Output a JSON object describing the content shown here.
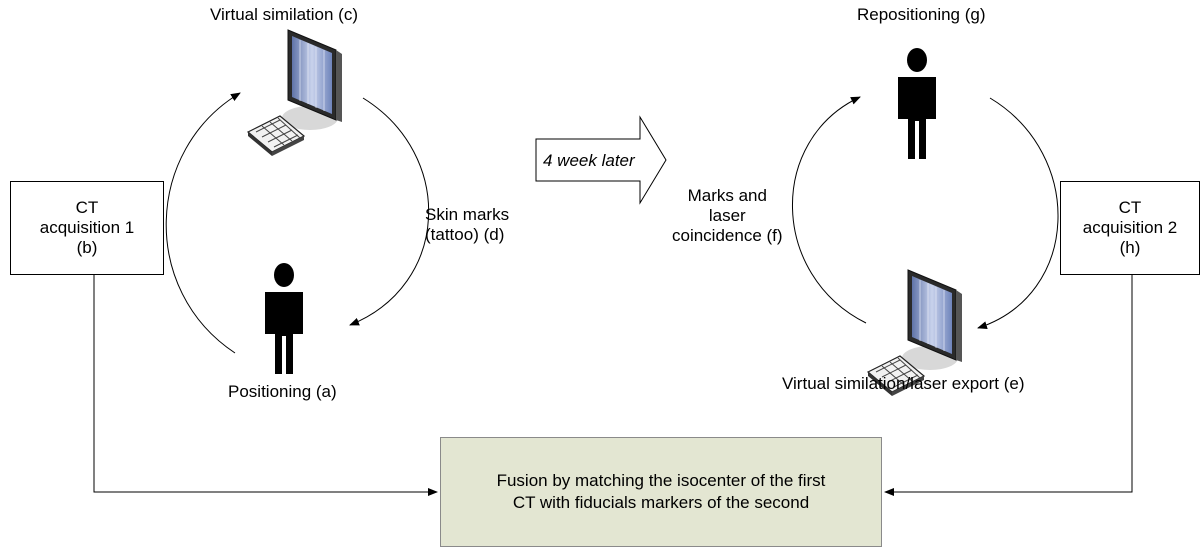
{
  "labels": {
    "virtual_sim_c": "Virtual similation (c)",
    "positioning_a": "Positioning (a)",
    "skin_marks_d": [
      "Skin marks",
      "(tattoo) (d)"
    ],
    "four_week_later": "4 week later",
    "marks_laser_f": [
      "Marks and",
      "laser",
      "coincidence (f)"
    ],
    "repositioning_g": "Repositioning (g)",
    "virtual_sim_export_e": "Virtual similation/laser export (e)"
  },
  "ct_box_1": {
    "lines": [
      "CT",
      "acquisition 1",
      "(b)"
    ]
  },
  "ct_box_2": {
    "lines": [
      "CT",
      "acquisition 2",
      "(h)"
    ]
  },
  "fusion_box": {
    "lines": [
      "Fusion by matching the isocenter of the first",
      "CT with  fiducials markers of the second"
    ]
  },
  "colors": {
    "fusion_fill": "#e3e6d2",
    "stroke": "#000000",
    "screen_blue": "#7a8fc4"
  },
  "icons": [
    "computer-workstation-icon",
    "person-silhouette-icon"
  ]
}
